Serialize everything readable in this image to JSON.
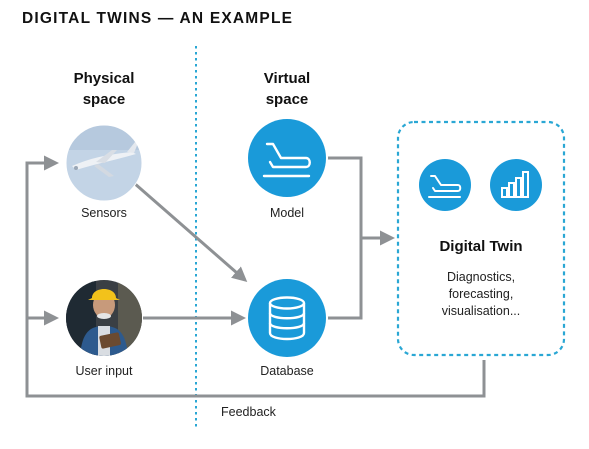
{
  "title": "DIGITAL TWINS — AN EXAMPLE",
  "physical_space": {
    "heading_line1": "Physical",
    "heading_line2": "space",
    "sensors_label": "Sensors",
    "user_input_label": "User input"
  },
  "virtual_space": {
    "heading_line1": "Virtual",
    "heading_line2": "space",
    "model_label": "Model",
    "database_label": "Database"
  },
  "digital_twin": {
    "title": "Digital Twin",
    "desc_line1": "Diagnostics,",
    "desc_line2": "forecasting,",
    "desc_line3": "visualisation..."
  },
  "feedback_label": "Feedback",
  "colors": {
    "accent_blue": "#1a9ad9",
    "divider_blue": "#2aa7d4",
    "connector_gray": "#8e9194",
    "sky_blue": "#c3d4e6"
  },
  "icons": [
    "airplane-photo",
    "worker-photo",
    "airplane-icon",
    "database-icon",
    "bar-chart-icon"
  ]
}
